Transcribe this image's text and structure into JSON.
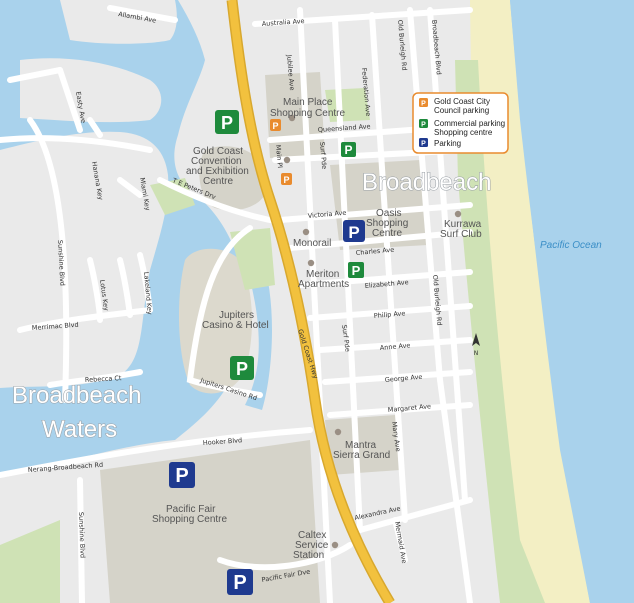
{
  "suburbs": {
    "broadbeach": "Broadbeach",
    "broadbeach_waters_1": "Broadbeach",
    "broadbeach_waters_2": "Waters"
  },
  "ocean": "Pacific Ocean",
  "roads": {
    "allambi": "Allambi Ave",
    "australia": "Australia Ave",
    "federation": "Federation Ave",
    "old_burleigh_top": "Old Burleigh Rd",
    "broadbeach_blvd": "Broadbeach Blvd",
    "jubilee": "Jubilee Ave",
    "queensland": "Queensland Ave",
    "surf_pde_top": "Surf Pde",
    "main_pl": "Main Pl",
    "victoria": "Victoria Ave",
    "charles": "Charles Ave",
    "elizabeth": "Elizabeth Ave",
    "old_burleigh_mid": "Old Burleigh Rd",
    "philip": "Philip Ave",
    "anne": "Anne Ave",
    "george": "George Ave",
    "margaret": "Margaret Ave",
    "mary": "Mary Ave",
    "alexandra": "Alexandra Ave",
    "mermaid": "Mermaid Ave",
    "pacific_fair": "Pacific Fair Dve",
    "gold_coast_hwy": "Gold Coast Hwy",
    "surf_pde_mid": "Surf Pde",
    "te_peters": "T E Peters Drv",
    "jupiters_casino_rd": "Jupiters Casino Rd",
    "hooker": "Hooker Blvd",
    "nerang_broadbeach": "Nerang-Broadbeach Rd",
    "rebecca": "Rebecca Ct",
    "merrimac": "Merrimac Blvd",
    "sunshine_top": "Sunshine Blvd",
    "sunshine_bottom": "Sunshine Blvd",
    "lotus": "Lotus Key",
    "lakeland": "Lakeland Key",
    "miami": "Miami Key",
    "hanana": "Hanana Key",
    "easty": "Easty Ave"
  },
  "places": {
    "main_place_1": "Main Place",
    "main_place_2": "Shopping Centre",
    "gold_coast_1": "Gold Coast",
    "gold_coast_2": "Convention",
    "gold_coast_3": "and Exhibition",
    "gold_coast_4": "Centre",
    "oasis_1": "Oasis",
    "oasis_2": "Shopping",
    "oasis_3": "Centre",
    "kurrawa_1": "Kurrawa",
    "kurrawa_2": "Surf Club",
    "monorail": "Monorail",
    "meriton_1": "Meriton",
    "meriton_2": "Apartments",
    "jupiters_1": "Jupiters",
    "jupiters_2": "Casino & Hotel",
    "mantra_1": "Mantra",
    "mantra_2": "Sierra Grand",
    "pacific_fair_1": "Pacific Fair",
    "pacific_fair_2": "Shopping Centre",
    "caltex_1": "Caltex",
    "caltex_2": "Service",
    "caltex_3": "Station"
  },
  "parking_symbol": "P",
  "legend": {
    "council_1": "Gold Coast City",
    "council_2": "Council parking",
    "commercial_1": "Commercial parking",
    "commercial_2": "Shopping centre",
    "parking": "Parking"
  },
  "north_symbol": "N",
  "colors": {
    "water": "#a9d2ec",
    "land": "#eaeaea",
    "beach": "#f3efc4",
    "park": "#cfe2b5",
    "road": "#ffffff",
    "highway": "#f2c13e",
    "building": "#d5d3c9",
    "council_parking": "#e98b2e",
    "commercial_parking": "#1e8a3c",
    "parking": "#1f3a8f",
    "legend_border": "#e98b2e",
    "poi_dot": "#9a8f84"
  }
}
